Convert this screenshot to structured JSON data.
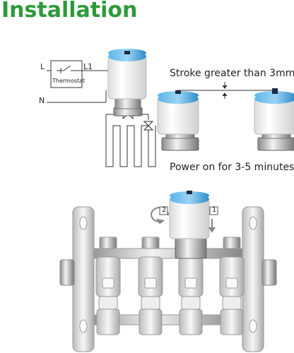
{
  "title": "Installation",
  "colors": {
    "title": "#2e9a3a",
    "cap": "#3fa3dc",
    "body": "#f1f1f1",
    "metal": "#c8c8c8",
    "line": "#333333",
    "arrow": "#888888"
  },
  "wiring": {
    "line_label": "L",
    "l1_label": "L1",
    "neutral_label": "N",
    "thermostat_label": "Thermostat"
  },
  "stroke_text": "Stroke greater than 3mm",
  "power_text": "Power on for 3-5 minutes",
  "steps": {
    "step1": "1",
    "step2": "2"
  }
}
